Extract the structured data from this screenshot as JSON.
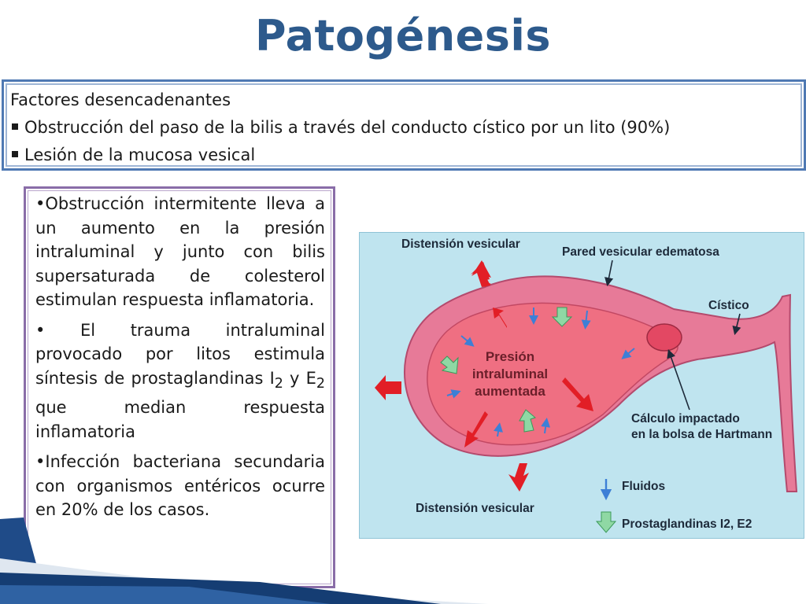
{
  "slide": {
    "title": "Patogénesis"
  },
  "factors": {
    "heading": "Factores desencadenantes",
    "items": [
      "Obstrucción del paso de la bilis a través del conducto cístico por un lito (90%)",
      "Lesión de la mucosa vesical"
    ]
  },
  "mechanisms": {
    "p1": "•Obstrucción intermitente lleva a un aumento en la presión intraluminal y junto con bilis supersaturada de colesterol estimulan respuesta inflamatoria.",
    "p2_prefix": "• El trauma intraluminal provocado por litos estimula síntesis de prostaglandinas I",
    "p2_sub1": "2",
    "p2_mid": " y E",
    "p2_sub2": "2",
    "p2_suffix": " que median respuesta inflamatoria",
    "p3": "•Infección bacteriana secundaria con organismos entéricos ocurre en 20% de los casos."
  },
  "diagram": {
    "label_top_left": "Distensión vesicular",
    "label_wall": "Pared vesicular edematosa",
    "label_cystic": "Cístico",
    "center_line1": "Presión",
    "center_line2": "intraluminal",
    "center_line3": "aumentada",
    "label_stone_line1": "Cálculo impactado",
    "label_stone_line2": "en la bolsa de Hartmann",
    "label_bottom": "Distensión vesicular",
    "legend_fluids": "Fluidos",
    "legend_prostaglandins": "Prostaglandinas I2, E2",
    "colors": {
      "background": "#bfe4ef",
      "wall": "#e77a98",
      "lumen": "#ef6f82",
      "distension_arrow": "#e21e26",
      "fluid_arrow": "#3d7fd6",
      "prostaglandin_arrow": "#8fd8a4"
    }
  },
  "theme": {
    "title_color": "#2d5a8c",
    "box_border": "#4f79b3",
    "text_box_border": "#8a6da8"
  }
}
